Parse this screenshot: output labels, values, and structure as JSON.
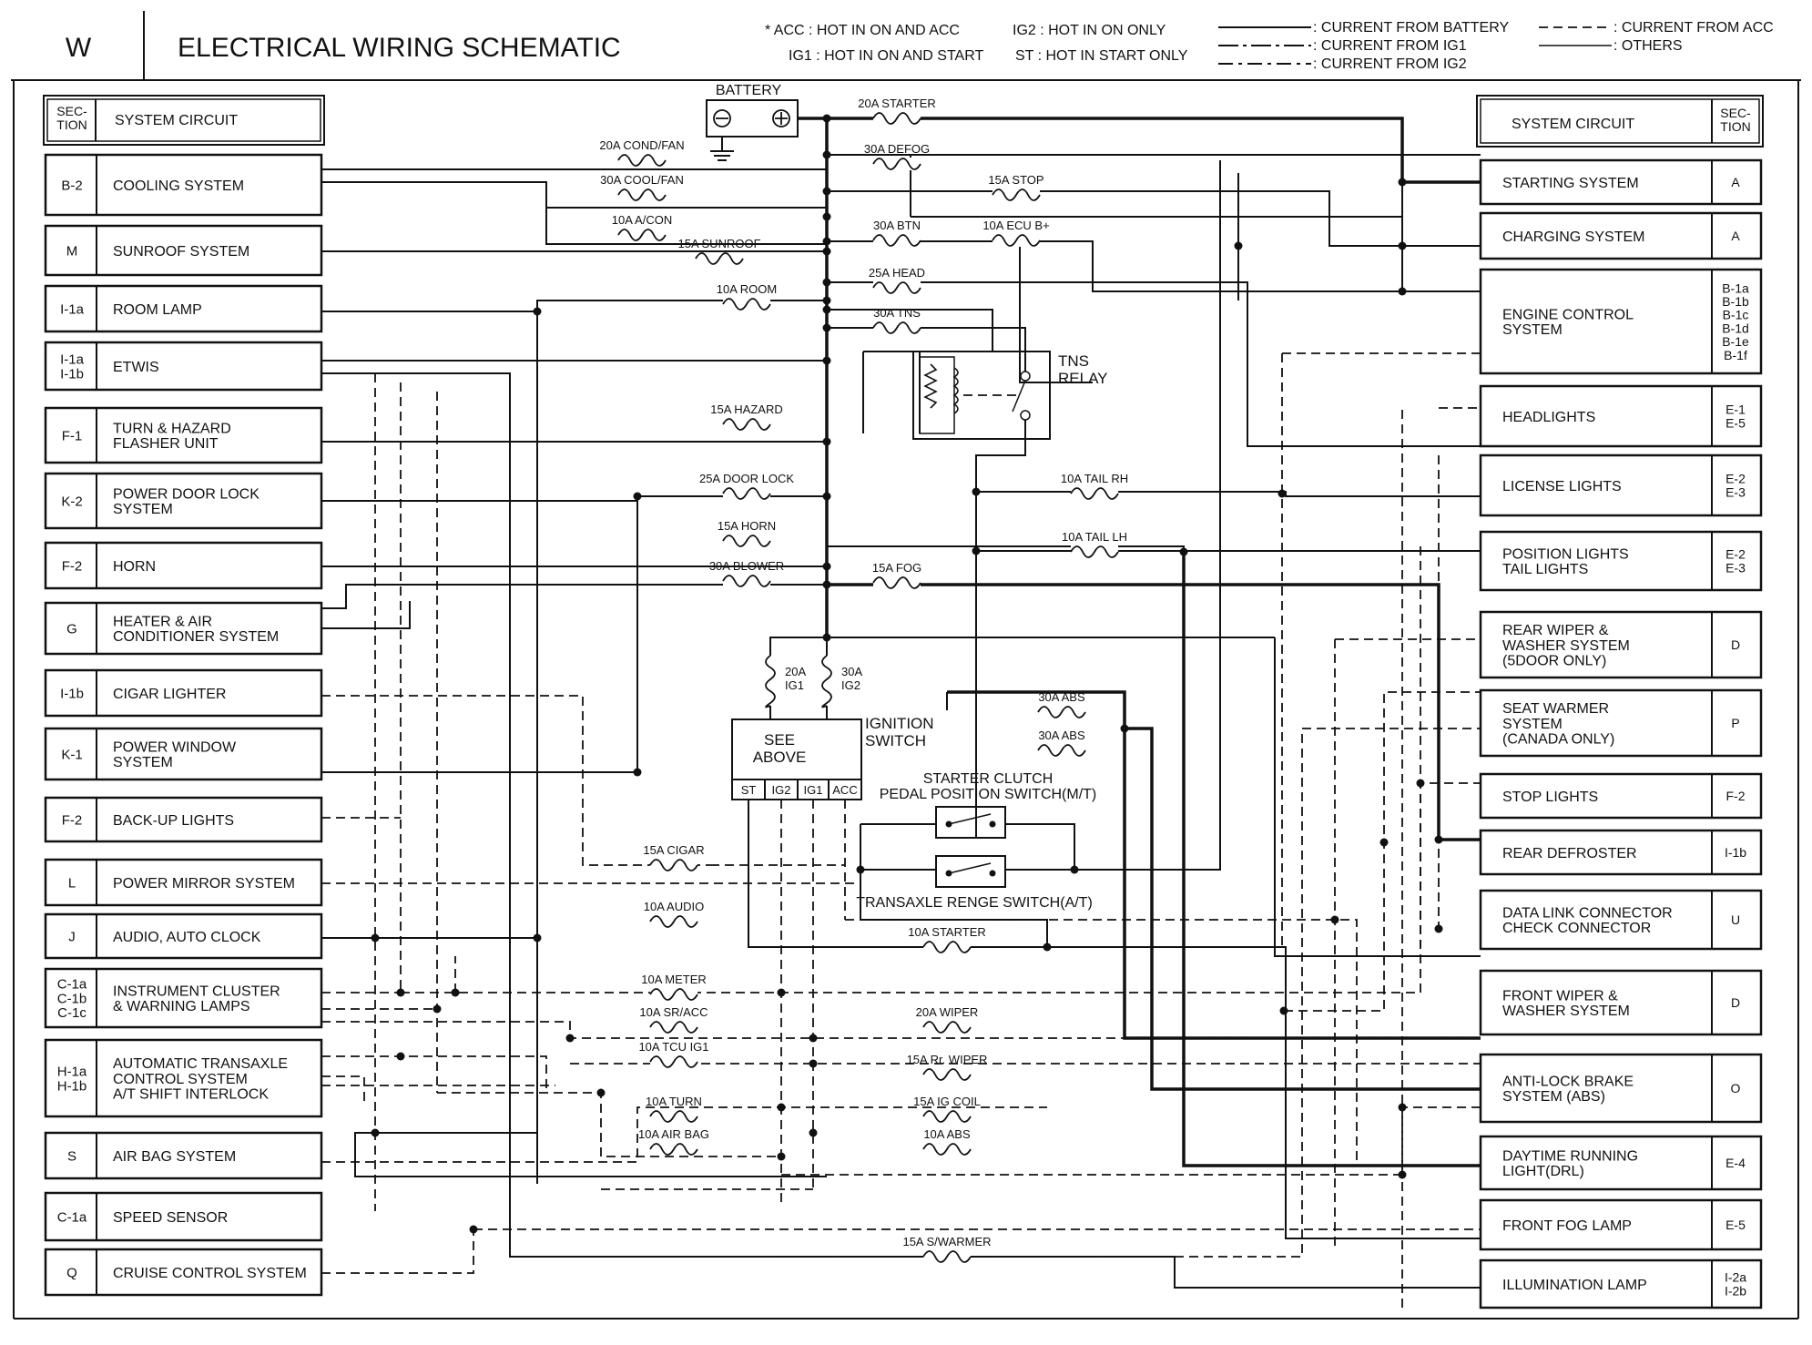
{
  "header": {
    "section": "W",
    "title": "ELECTRICAL WIRING SCHEMATIC",
    "legend_power": [
      "* ACC : HOT IN ON AND ACC",
      "IG2 : HOT IN ON ONLY",
      "IG1 : HOT IN ON AND START",
      "ST : HOT IN START ONLY"
    ],
    "legend_lines": [
      ": CURRENT FROM BATTERY",
      ": CURRENT FROM IG1",
      ": CURRENT FROM IG2",
      ": CURRENT FROM ACC",
      ": OTHERS"
    ]
  },
  "left_header": {
    "section": "SEC-\nTION",
    "system": "SYSTEM CIRCUIT"
  },
  "right_header": {
    "section": "SEC-\nTION",
    "system": "SYSTEM CIRCUIT"
  },
  "left_systems": [
    {
      "code": "B-2",
      "name": "COOLING SYSTEM"
    },
    {
      "code": "M",
      "name": "SUNROOF SYSTEM"
    },
    {
      "code": "I-1a",
      "name": "ROOM LAMP"
    },
    {
      "code": "I-1a\nI-1b",
      "name": "ETWIS"
    },
    {
      "code": "F-1",
      "name": "TURN & HAZARD\nFLASHER UNIT"
    },
    {
      "code": "K-2",
      "name": "POWER DOOR LOCK\nSYSTEM"
    },
    {
      "code": "F-2",
      "name": "HORN"
    },
    {
      "code": "G",
      "name": "HEATER & AIR\nCONDITIONER SYSTEM"
    },
    {
      "code": "I-1b",
      "name": "CIGAR LIGHTER"
    },
    {
      "code": "K-1",
      "name": "POWER WINDOW\nSYSTEM"
    },
    {
      "code": "F-2",
      "name": "BACK-UP LIGHTS"
    },
    {
      "code": "L",
      "name": "POWER MIRROR SYSTEM"
    },
    {
      "code": "J",
      "name": "AUDIO, AUTO CLOCK"
    },
    {
      "code": "C-1a\nC-1b\nC-1c",
      "name": "INSTRUMENT CLUSTER\n& WARNING LAMPS"
    },
    {
      "code": "H-1a\nH-1b",
      "name": "AUTOMATIC TRANSAXLE\nCONTROL SYSTEM\nA/T SHIFT INTERLOCK"
    },
    {
      "code": "S",
      "name": "AIR BAG SYSTEM"
    },
    {
      "code": "C-1a",
      "name": "SPEED SENSOR"
    },
    {
      "code": "Q",
      "name": "CRUISE CONTROL SYSTEM"
    }
  ],
  "right_systems": [
    {
      "name": "STARTING SYSTEM",
      "code": "A"
    },
    {
      "name": "CHARGING SYSTEM",
      "code": "A"
    },
    {
      "name": "ENGINE CONTROL\nSYSTEM",
      "code": "B-1a\nB-1b\nB-1c\nB-1d\nB-1e\nB-1f"
    },
    {
      "name": "HEADLIGHTS",
      "code": "E-1\nE-5"
    },
    {
      "name": "LICENSE LIGHTS",
      "code": "E-2\nE-3"
    },
    {
      "name": "POSITION LIGHTS\nTAIL LIGHTS",
      "code": "E-2\nE-3"
    },
    {
      "name": "REAR WIPER &\nWASHER SYSTEM\n(5DOOR ONLY)",
      "code": "D"
    },
    {
      "name": "SEAT WARMER\nSYSTEM\n(CANADA ONLY)",
      "code": "P"
    },
    {
      "name": "STOP LIGHTS",
      "code": "F-2"
    },
    {
      "name": "REAR DEFROSTER",
      "code": "I-1b"
    },
    {
      "name": "DATA LINK CONNECTOR\nCHECK CONNECTOR",
      "code": "U"
    },
    {
      "name": "FRONT WIPER &\nWASHER SYSTEM",
      "code": "D"
    },
    {
      "name": "ANTI-LOCK BRAKE\nSYSTEM (ABS)",
      "code": "O"
    },
    {
      "name": "DAYTIME RUNNING\nLIGHT(DRL)",
      "code": "E-4"
    },
    {
      "name": "FRONT FOG LAMP",
      "code": "E-5"
    },
    {
      "name": "ILLUMINATION LAMP",
      "code": "I-2a\nI-2b"
    }
  ],
  "battery_label": "BATTERY",
  "fuses": [
    "20A STARTER",
    "20A COND/FAN",
    "30A DEFOG",
    "30A COOL/FAN",
    "15A STOP",
    "10A A/CON",
    "30A BTN",
    "10A ECU B+",
    "15A SUNROOF",
    "25A HEAD",
    "10A ROOM",
    "30A TNS",
    "15A HAZARD",
    "25A DOOR LOCK",
    "10A TAIL RH",
    "15A HORN",
    "10A TAIL LH",
    "30A BLOWER",
    "15A FOG",
    "30A ABS",
    "30A ABS",
    "15A CIGAR",
    "10A AUDIO",
    "10A STARTER",
    "10A METER",
    "10A SR/ACC",
    "20A WIPER",
    "10A TCU IG1",
    "15A Rr. WIPER",
    "10A TURN",
    "15A IG COIL",
    "10A AIR BAG",
    "10A ABS",
    "15A S/WARMER"
  ],
  "ig_fuses": [
    "20A\nIG1",
    "30A\nIG2"
  ],
  "tns_relay": "TNS\nRELAY",
  "ignition": {
    "box": "SEE\nABOVE",
    "label": "IGNITION\nSWITCH",
    "terminals": [
      "ST",
      "IG2",
      "IG1",
      "ACC"
    ]
  },
  "starter_clutch": "STARTER CLUTCH\nPEDAL POSITION SWITCH(M/T)",
  "transaxle": "TRANSAXLE RENGE SWITCH(A/T)"
}
